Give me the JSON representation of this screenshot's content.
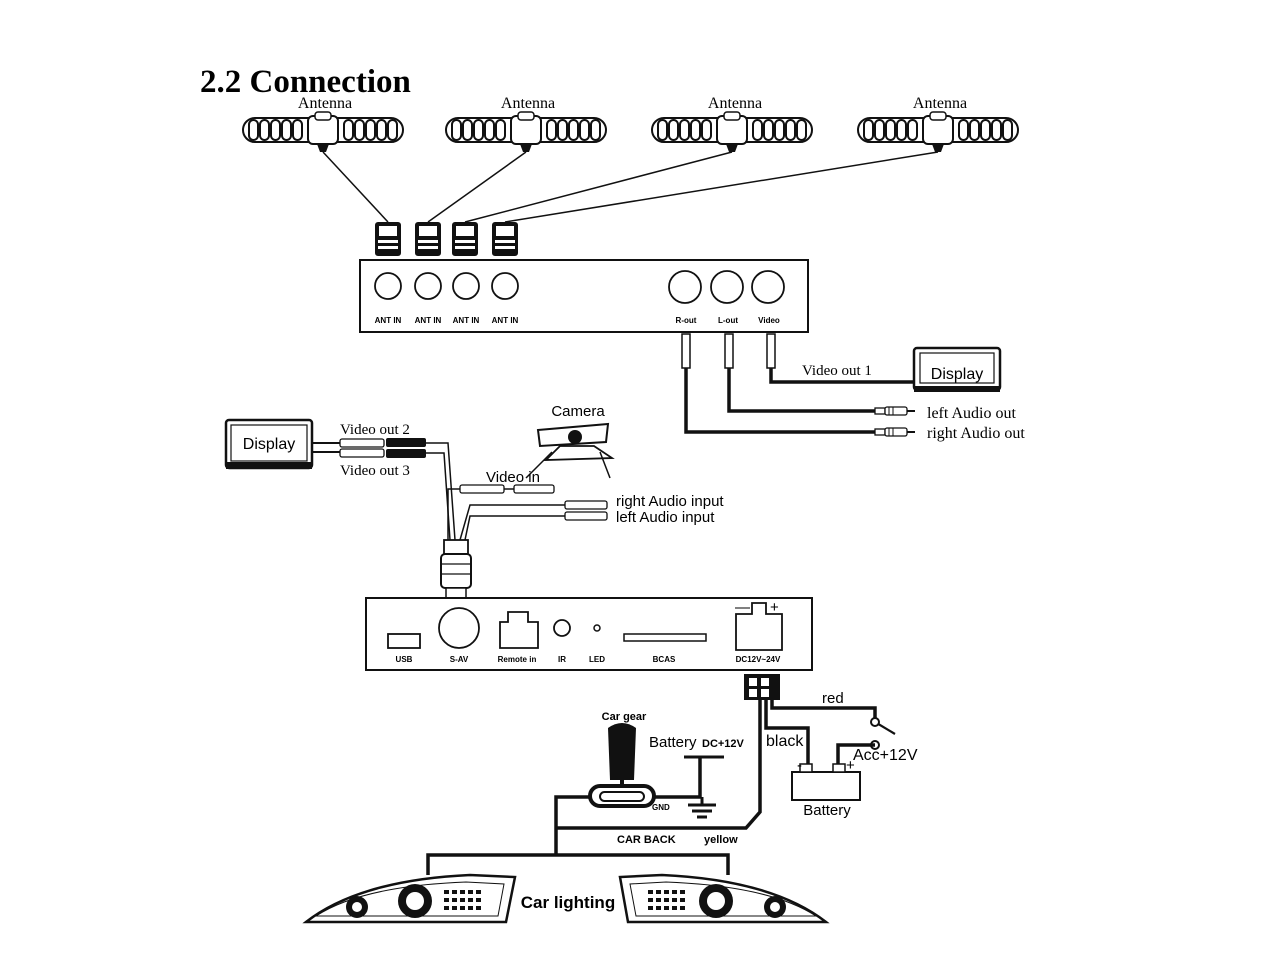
{
  "title": "2.2  Connection",
  "antennas": [
    "Antenna",
    "Antenna",
    "Antenna",
    "Antenna"
  ],
  "tuner_box": {
    "ports": [
      "ANT IN",
      "ANT IN",
      "ANT IN",
      "ANT IN"
    ],
    "outputs": [
      "R-out",
      "L-out",
      "Video"
    ]
  },
  "display1": {
    "screen": "Display",
    "video": "Video out 1"
  },
  "audio_out": {
    "left": "left  Audio  out",
    "right": "right Audio out"
  },
  "display2": {
    "screen": "Display",
    "video2": "Video out 2",
    "video3": "Video out 3"
  },
  "camera": {
    "label": "Camera",
    "video_in": "Video in"
  },
  "audio_in": {
    "right": "right Audio input",
    "left": "left Audio input"
  },
  "main_box": {
    "ports": [
      "USB",
      "S-AV",
      "Remote in",
      "IR",
      "LED",
      "BCAS",
      "DC12V~24V"
    ],
    "polarity_minus": "—",
    "polarity_plus": "+"
  },
  "power": {
    "red": "red",
    "black": "black",
    "acc": "Acc+12V",
    "battery": "Battery",
    "battery_minus": "-",
    "battery_plus": "+"
  },
  "gear": {
    "label": "Car gear",
    "battery": "Battery",
    "dc": "DC+12V",
    "gnd": "GND",
    "car_back": "CAR BACK",
    "yellow": "yellow"
  },
  "car_lighting": "Car lighting"
}
